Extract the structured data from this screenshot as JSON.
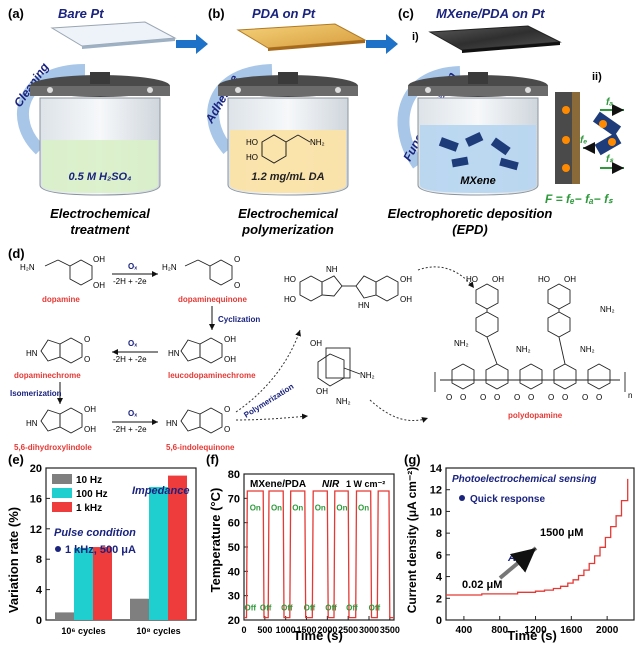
{
  "panel_a": {
    "letter": "(a)",
    "title": "Bare Pt",
    "cleaning": "Cleaning",
    "solution": "0.5 M H₂SO₄",
    "caption_l1": "Electrochemical",
    "caption_l2": "treatment"
  },
  "panel_b": {
    "letter": "(b)",
    "title": "PDA on Pt",
    "adhesive": "Adhesive",
    "solution": "1.2 mg/mL DA",
    "oh": "HO",
    "nh2": "NH₂",
    "caption_l1": "Electrochemical",
    "caption_l2": "polymerization"
  },
  "panel_c": {
    "letter": "(c)",
    "title": "MXene/PDA on Pt",
    "sub_i": "i)",
    "sub_ii": "ii)",
    "functionalization": "Functionalization",
    "solution": "MXene",
    "caption_l1": "Electrophoretic deposition",
    "caption_l2": "(EPD)",
    "force_e": "fₑ",
    "force_d": "fₐ",
    "force_s": "fₛ",
    "equation": "F = fₑ− fₐ− fₛ"
  },
  "panel_d": {
    "letter": "(d)",
    "ox": "Oₓ",
    "step": "-2H + -2e",
    "cyclization": "Cyclization",
    "isomerization": "Isomerization",
    "polymerization": "Polymerization",
    "names": {
      "dopamine": "dopamine",
      "dopaminequinone": "dopaminequinone",
      "dopaminechrome": "dopaminechrome",
      "leucodopaminechrome": "leucodopaminechrome",
      "dhi": "5,6-dihydroxylindole",
      "iq": "5,6-indolequinone",
      "polydopamine": "polydopamine"
    },
    "labels": {
      "h2n": "H₂N",
      "oh": "OH",
      "ho": "HO",
      "o": "O",
      "nh2": "NH₂",
      "hn": "HN",
      "nh": "NH",
      "n": "n"
    }
  },
  "panel_e": {
    "letter": "(e)",
    "ylabel": "Variation rate (%)",
    "note_title": "Impedance",
    "note_pulse": "Pulse condition",
    "note_value": "1 kHz, 500 μA"
  },
  "panel_f": {
    "letter": "(f)",
    "ylabel": "Temperature (°C)",
    "xlabel": "Time (s)",
    "sample": "MXene/PDA",
    "nir": "NIR",
    "power": "1 W cm⁻²",
    "on": "On",
    "off": "Off"
  },
  "panel_g": {
    "letter": "(g)",
    "ylabel": "Current density (μA cm⁻²)",
    "xlabel": "Time (s)",
    "title": "Photoelectrochemical sensing",
    "bullet": "Quick response",
    "aa": "AA",
    "start": "0.02 μM",
    "end": "1500 μM"
  },
  "chart_data": [
    {
      "type": "bar",
      "categories": [
        "10⁶ cycles",
        "10⁸ cycles"
      ],
      "category_tick_labels": [
        "10⁶ cycles",
        "10⁸ cycles"
      ],
      "series": [
        {
          "name": "10 Hz",
          "color": "#7f7f7f",
          "values": [
            1.0,
            2.8
          ]
        },
        {
          "name": "100 Hz",
          "color": "#1fcfd0",
          "values": [
            9.5,
            17.5
          ]
        },
        {
          "name": "1 kHz",
          "color": "#ee3b3b",
          "values": [
            9.6,
            19.0
          ]
        }
      ],
      "ylabel": "Variation rate (%)",
      "ylim": [
        0,
        20
      ],
      "yticks": [
        0,
        4,
        8,
        12,
        16,
        20
      ],
      "legend": "top-left"
    },
    {
      "type": "line",
      "title": "MXene/PDA",
      "xlabel": "Time (s)",
      "ylabel": "Temperature (°C)",
      "xlim": [
        0,
        3600
      ],
      "ylim": [
        20,
        80
      ],
      "xticks": [
        0,
        500,
        1000,
        1500,
        2000,
        2500,
        3000,
        3500
      ],
      "yticks": [
        20,
        30,
        40,
        50,
        60,
        70,
        80
      ],
      "color": "#e53935",
      "x": [
        0,
        60,
        80,
        460,
        480,
        580,
        600,
        940,
        960,
        1100,
        1120,
        1460,
        1480,
        1640,
        1660,
        2000,
        2020,
        2160,
        2180,
        2500,
        2520,
        2680,
        2700,
        3040,
        3060,
        3200,
        3220,
        3480,
        3500,
        3600
      ],
      "y": [
        21,
        21,
        73,
        73,
        21,
        21,
        73,
        73,
        21,
        21,
        73,
        73,
        21,
        21,
        73,
        73,
        21,
        21,
        73,
        73,
        21,
        21,
        73,
        73,
        21,
        21,
        73,
        73,
        21,
        21
      ]
    },
    {
      "type": "line",
      "title": "Photoelectrochemical sensing",
      "xlabel": "Time (s)",
      "ylabel": "Current density (μA cm⁻²)",
      "xlim": [
        200,
        2300
      ],
      "ylim": [
        0,
        14
      ],
      "xticks": [
        400,
        800,
        1200,
        1600,
        2000
      ],
      "yticks": [
        0,
        2,
        4,
        6,
        8,
        10,
        12,
        14
      ],
      "color": "#e53935",
      "x": [
        200,
        600,
        1000,
        1200,
        1300,
        1400,
        1480,
        1560,
        1620,
        1680,
        1740,
        1800,
        1860,
        1920,
        1980,
        2040,
        2100,
        2160,
        2230
      ],
      "y": [
        2.3,
        2.4,
        2.55,
        2.65,
        2.75,
        2.9,
        3.1,
        3.4,
        3.7,
        4.1,
        4.6,
        5.2,
        5.9,
        6.7,
        7.6,
        8.6,
        9.6,
        11.0,
        13.0
      ]
    }
  ]
}
